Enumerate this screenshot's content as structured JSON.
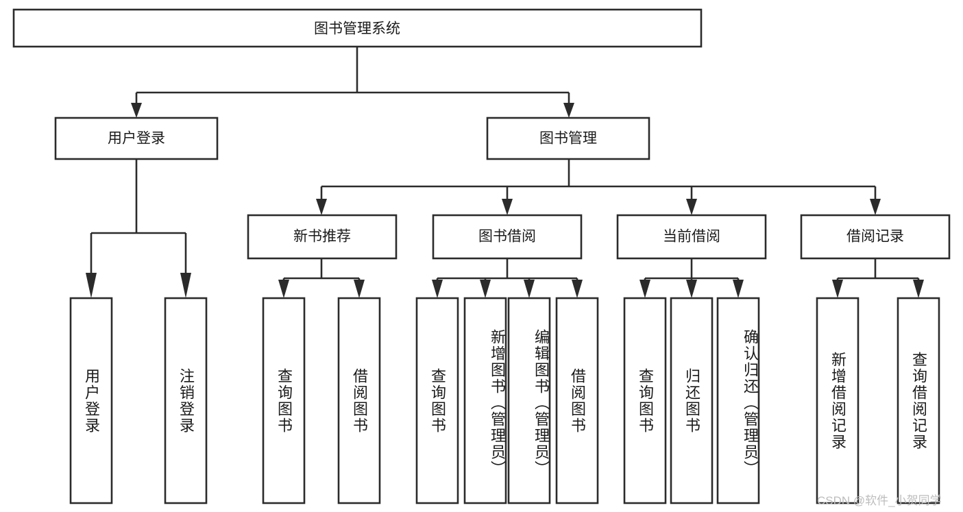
{
  "diagram": {
    "type": "tree-hierarchy",
    "title": "图书管理系统",
    "orientation": "top-down",
    "colors": {
      "box_stroke": "#2b2b2b",
      "box_fill": "#ffffff",
      "connector": "#2b2b2b",
      "text": "#1a1a1a",
      "background": "#ffffff",
      "watermark": "#bdbdbd"
    },
    "levels": {
      "root": {
        "label": "图书管理系统"
      },
      "level2": [
        {
          "label": "用户登录"
        },
        {
          "label": "图书管理"
        }
      ],
      "level3": [
        {
          "label": "新书推荐"
        },
        {
          "label": "图书借阅"
        },
        {
          "label": "当前借阅"
        },
        {
          "label": "借阅记录"
        }
      ],
      "leaves_user_login": [
        {
          "label": "用户登录"
        },
        {
          "label": "注销登录"
        }
      ],
      "leaves_new_book": [
        {
          "label": "查询图书"
        },
        {
          "label": "借阅图书"
        }
      ],
      "leaves_borrow": [
        {
          "label": "查询图书"
        },
        {
          "label": "新增图书（管理员）"
        },
        {
          "label": "编辑图书（管理员）"
        },
        {
          "label": "借阅图书"
        }
      ],
      "leaves_current": [
        {
          "label": "查询图书"
        },
        {
          "label": "归还图书"
        },
        {
          "label": "确认归还（管理员）"
        }
      ],
      "leaves_record": [
        {
          "label": "新增借阅记录"
        },
        {
          "label": "查询借阅记录"
        }
      ]
    },
    "edges": [
      {
        "from": "图书管理系统",
        "to": "用户登录"
      },
      {
        "from": "图书管理系统",
        "to": "图书管理"
      },
      {
        "from": "用户登录",
        "to": "用户登录"
      },
      {
        "from": "用户登录",
        "to": "注销登录"
      },
      {
        "from": "图书管理",
        "to": "新书推荐"
      },
      {
        "from": "图书管理",
        "to": "图书借阅"
      },
      {
        "from": "图书管理",
        "to": "当前借阅"
      },
      {
        "from": "图书管理",
        "to": "借阅记录"
      },
      {
        "from": "新书推荐",
        "to": "查询图书"
      },
      {
        "from": "新书推荐",
        "to": "借阅图书"
      },
      {
        "from": "图书借阅",
        "to": "查询图书"
      },
      {
        "from": "图书借阅",
        "to": "新增图书（管理员）"
      },
      {
        "from": "图书借阅",
        "to": "编辑图书（管理员）"
      },
      {
        "from": "图书借阅",
        "to": "借阅图书"
      },
      {
        "from": "当前借阅",
        "to": "查询图书"
      },
      {
        "from": "当前借阅",
        "to": "归还图书"
      },
      {
        "from": "当前借阅",
        "to": "确认归还（管理员）"
      },
      {
        "from": "借阅记录",
        "to": "新增借阅记录"
      },
      {
        "from": "借阅记录",
        "to": "查询借阅记录"
      }
    ]
  },
  "watermark": {
    "text": "CSDN @软件_小贺同学"
  }
}
